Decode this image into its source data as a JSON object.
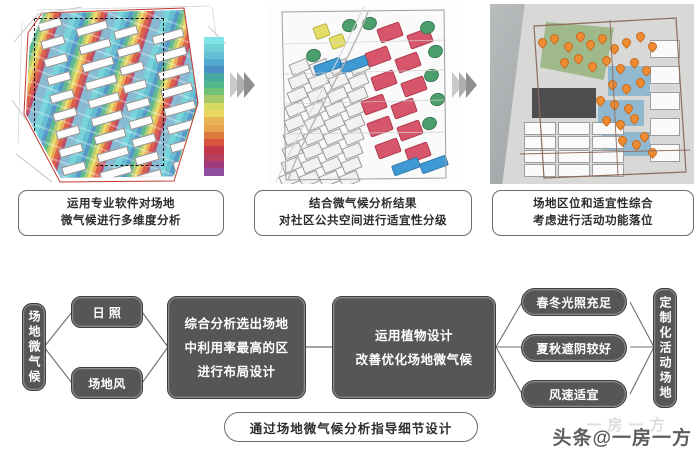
{
  "top_row": {
    "panels": [
      {
        "id": "microclimate-analysis",
        "image_alt": "微气候模拟分析彩色平面图",
        "caption_line1": "运用专业软件对场地",
        "caption_line2": "微气候进行多维度分析",
        "legend_colors": [
          "#7fe3e8",
          "#6fd0d8",
          "#63c0d5",
          "#55a8ce",
          "#4a90c4",
          "#49a8a0",
          "#53b58b",
          "#6fc276",
          "#a8c96a",
          "#d7d95e",
          "#e8d85f",
          "#e8b555",
          "#e8a34e",
          "#e0793f",
          "#d9543c",
          "#c4374a",
          "#b8405f",
          "#a03a7e",
          "#8e4fa0"
        ]
      },
      {
        "id": "suitability-grading",
        "image_alt": "社区公共空间适宜性分级平面图",
        "caption_line1": "结合微气候分析结果",
        "caption_line2": "对社区公共空间进行适宜性分级",
        "zone_colors": {
          "red": "#d8566b",
          "green": "#4c9e6d",
          "blue": "#3f9ad4",
          "yellow": "#e4de66"
        }
      },
      {
        "id": "activity-function-placement",
        "image_alt": "场地活动功能落位总平面图",
        "caption_line1": "场地区位和适宜性综合",
        "caption_line2": "考虑进行活动功能落位",
        "pin_color": "#ef8b33"
      }
    ],
    "arrow_icon": "chevron-right-triple"
  },
  "flow": {
    "node_fill": "#565658",
    "node_border": "#3d3d3f",
    "nodes": {
      "site_microclimate": "场地微气候",
      "sunlight": "日  照",
      "site_wind": "场地风",
      "analysis_layout_l1": "综合分析选出场地",
      "analysis_layout_l2": "中利用率最高的区",
      "analysis_layout_l3": "进行布局设计",
      "planting_l1": "运用植物设计",
      "planting_l2": "改善优化场地微气候",
      "result_spring_winter": "春冬光照充足",
      "result_summer_autumn": "夏秋遮阴较好",
      "result_wind_speed": "风速适宜",
      "custom_activity_site": "定制化活动场地"
    },
    "summary": "通过场地微气候分析指导细节设计"
  },
  "watermark": {
    "text": "头条@一房一方",
    "ghost": "一房一方"
  }
}
